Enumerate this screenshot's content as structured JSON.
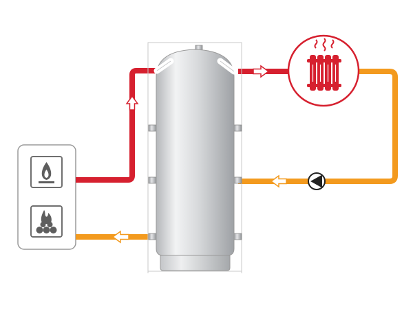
{
  "diagram": {
    "boiler_unit": {
      "top_icon": "gas-flame-icon",
      "bottom_icon": "solid-fuel-fire-icon"
    },
    "tank": {
      "name": "buffer-tank",
      "connections": 4
    },
    "radiator": {
      "icon": "radiator-icon",
      "heat_waves": 3
    },
    "pump": {
      "icon": "circulation-pump-icon"
    },
    "flow": {
      "hot_pipes": [
        "boiler-to-tank",
        "tank-to-radiator"
      ],
      "return_pipes": [
        "radiator-to-tank",
        "tank-to-boiler"
      ],
      "arrow_directions": [
        "up",
        "right",
        "left",
        "left"
      ]
    },
    "colors": {
      "hot": "#d6202f",
      "return": "#f39a1e",
      "tank_body": "#d9dadc",
      "outline": "#8a8a8a"
    }
  }
}
